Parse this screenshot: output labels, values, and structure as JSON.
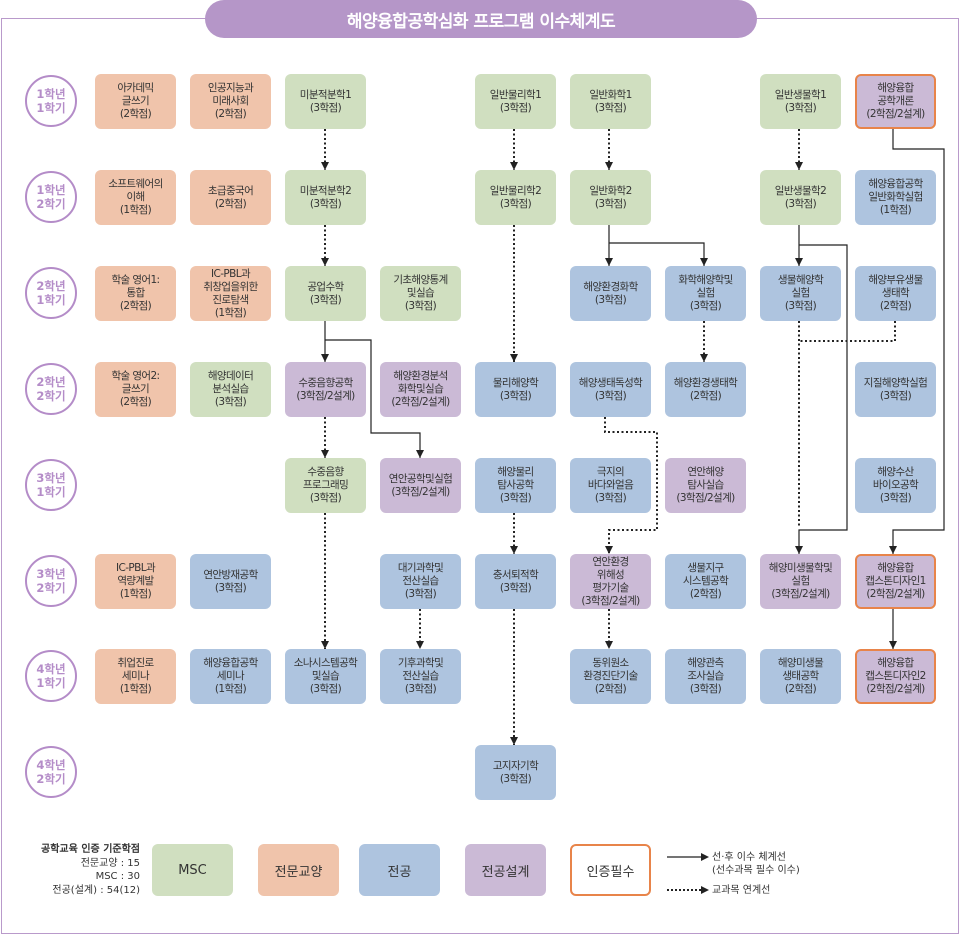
{
  "title": "해양융합공학심화 프로그램 이수체계도",
  "semesters": [
    "1학년\n1학기",
    "1학년\n2학기",
    "2학년\n1학기",
    "2학년\n2학기",
    "3학년\n1학기",
    "3학년\n2학기",
    "4학년\n1학기",
    "4학년\n2학기"
  ],
  "colors": {
    "MSC": "#d0dfc0",
    "전문교양": "#f0c4ab",
    "전공": "#aec4df",
    "전공설계": "#cbbad6",
    "인증필수": "#e8844a",
    "semester": "#b48cc8"
  },
  "courses": [
    {
      "id": "c01",
      "name": "아카데믹\n글쓰기",
      "credits": "(2학점)",
      "category": "전문교양"
    },
    {
      "id": "c02",
      "name": "인공지능과\n미래사회",
      "credits": "(2학점)",
      "category": "전문교양"
    },
    {
      "id": "c03",
      "name": "미분적분학1",
      "credits": "(3학점)",
      "category": "MSC"
    },
    {
      "id": "c04",
      "name": "일반물리학1",
      "credits": "(3학점)",
      "category": "MSC"
    },
    {
      "id": "c05",
      "name": "일반화학1",
      "credits": "(3학점)",
      "category": "MSC"
    },
    {
      "id": "c06",
      "name": "일반생물학1",
      "credits": "(3학점)",
      "category": "MSC"
    },
    {
      "id": "c07",
      "name": "해양융합\n공학개론",
      "credits": "(2학점/2설계)",
      "category": "전공설계",
      "required": true
    },
    {
      "id": "c08",
      "name": "소프트웨어의\n이해",
      "credits": "(1학점)",
      "category": "전문교양"
    },
    {
      "id": "c09",
      "name": "초급중국어",
      "credits": "(2학점)",
      "category": "전문교양"
    },
    {
      "id": "c10",
      "name": "미분적분학2",
      "credits": "(3학점)",
      "category": "MSC"
    },
    {
      "id": "c11",
      "name": "일반물리학2",
      "credits": "(3학점)",
      "category": "MSC"
    },
    {
      "id": "c12",
      "name": "일반화학2",
      "credits": "(3학점)",
      "category": "MSC"
    },
    {
      "id": "c13",
      "name": "일반생물학2",
      "credits": "(3학점)",
      "category": "MSC"
    },
    {
      "id": "c14",
      "name": "해양융합공학\n일반화학실험",
      "credits": "(1학점)",
      "category": "전공"
    },
    {
      "id": "c15",
      "name": "학술 영어1:\n통합",
      "credits": "(2학점)",
      "category": "전문교양"
    },
    {
      "id": "c16",
      "name": "IC-PBL과\n취창업을위한\n진로탐색",
      "credits": "(1학점)",
      "category": "전문교양"
    },
    {
      "id": "c17",
      "name": "공업수학",
      "credits": "(3학점)",
      "category": "MSC"
    },
    {
      "id": "c18",
      "name": "기초해양통계\n및실습",
      "credits": "(3학점)",
      "category": "MSC"
    },
    {
      "id": "c19",
      "name": "해양환경화학",
      "credits": "(3학점)",
      "category": "전공"
    },
    {
      "id": "c20",
      "name": "화학해양학및\n실험",
      "credits": "(3학점)",
      "category": "전공"
    },
    {
      "id": "c21",
      "name": "생물해양학\n실험",
      "credits": "(3학점)",
      "category": "전공"
    },
    {
      "id": "c22",
      "name": "해양부유생물\n생태학",
      "credits": "(2학점)",
      "category": "전공"
    },
    {
      "id": "c23",
      "name": "학술 영어2:\n글쓰기",
      "credits": "(2학점)",
      "category": "전문교양"
    },
    {
      "id": "c24",
      "name": "해양데이터\n분석실습",
      "credits": "(3학점)",
      "category": "MSC"
    },
    {
      "id": "c25",
      "name": "수중음향공학",
      "credits": "(3학점/2설계)",
      "category": "전공설계"
    },
    {
      "id": "c26",
      "name": "해양환경분석\n화학및실습",
      "credits": "(2학점/2설계)",
      "category": "전공설계"
    },
    {
      "id": "c27",
      "name": "물리해양학",
      "credits": "(3학점)",
      "category": "전공"
    },
    {
      "id": "c28",
      "name": "해양생태독성학",
      "credits": "(3학점)",
      "category": "전공"
    },
    {
      "id": "c29",
      "name": "해양환경생태학",
      "credits": "(2학점)",
      "category": "전공"
    },
    {
      "id": "c30",
      "name": "지질해양학실험",
      "credits": "(3학점)",
      "category": "전공"
    },
    {
      "id": "c31",
      "name": "수중음향\n프로그래밍",
      "credits": "(3학점)",
      "category": "MSC"
    },
    {
      "id": "c32",
      "name": "연안공학및실험",
      "credits": "(3학점/2설계)",
      "category": "전공설계"
    },
    {
      "id": "c33",
      "name": "해양물리\n탐사공학",
      "credits": "(3학점)",
      "category": "전공"
    },
    {
      "id": "c34",
      "name": "극지의\n바다와얼음",
      "credits": "(3학점)",
      "category": "전공"
    },
    {
      "id": "c35",
      "name": "연안해양\n탐사실습",
      "credits": "(3학점/2설계)",
      "category": "전공설계"
    },
    {
      "id": "c36",
      "name": "해양수산\n바이오공학",
      "credits": "(3학점)",
      "category": "전공"
    },
    {
      "id": "c37",
      "name": "IC-PBL과\n역량계발",
      "credits": "(1학점)",
      "category": "전문교양"
    },
    {
      "id": "c38",
      "name": "연안방재공학",
      "credits": "(3학점)",
      "category": "전공"
    },
    {
      "id": "c39",
      "name": "대기과학및\n전산실습",
      "credits": "(3학점)",
      "category": "전공"
    },
    {
      "id": "c40",
      "name": "충서퇴적학",
      "credits": "(3학점)",
      "category": "전공"
    },
    {
      "id": "c41",
      "name": "연안환경\n위해성\n평가기술",
      "credits": "(3학점/2설계)",
      "category": "전공설계"
    },
    {
      "id": "c42",
      "name": "생물지구\n시스템공학",
      "credits": "(2학점)",
      "category": "전공"
    },
    {
      "id": "c43",
      "name": "해양미생물학및\n실험",
      "credits": "(3학점/2설계)",
      "category": "전공설계"
    },
    {
      "id": "c44",
      "name": "해양융합\n캡스톤디자인1",
      "credits": "(2학점/2설계)",
      "category": "전공설계",
      "required": true
    },
    {
      "id": "c45",
      "name": "취업진로\n세미나",
      "credits": "(1학점)",
      "category": "전문교양"
    },
    {
      "id": "c46",
      "name": "해양융합공학\n세미나",
      "credits": "(1학점)",
      "category": "전공"
    },
    {
      "id": "c47",
      "name": "소나시스템공학\n및실습",
      "credits": "(3학점)",
      "category": "전공"
    },
    {
      "id": "c48",
      "name": "기후과학및\n전산실습",
      "credits": "(3학점)",
      "category": "전공"
    },
    {
      "id": "c49",
      "name": "동위원소\n환경진단기술",
      "credits": "(2학점)",
      "category": "전공"
    },
    {
      "id": "c50",
      "name": "해양관측\n조사실습",
      "credits": "(3학점)",
      "category": "전공"
    },
    {
      "id": "c51",
      "name": "해양미생물\n생태공학",
      "credits": "(2학점)",
      "category": "전공"
    },
    {
      "id": "c52",
      "name": "해양융합\n캡스톤디자인2",
      "credits": "(2학점/2설계)",
      "category": "전공설계",
      "required": true
    },
    {
      "id": "c53",
      "name": "고지자기학",
      "credits": "(3학점)",
      "category": "전공"
    }
  ],
  "legend": {
    "credit_title": "공학교육 인증 기준학점",
    "credit_lines": [
      "전문교양 : 15",
      "MSC : 30",
      "전공(설계) : 54(12)"
    ],
    "categories": [
      "MSC",
      "전문교양",
      "전공",
      "전공설계",
      "인증필수"
    ],
    "solid_line": "선·후 이수 체계선\n(선수과목 필수 이수)",
    "dotted_line": "교과목 연계선"
  }
}
